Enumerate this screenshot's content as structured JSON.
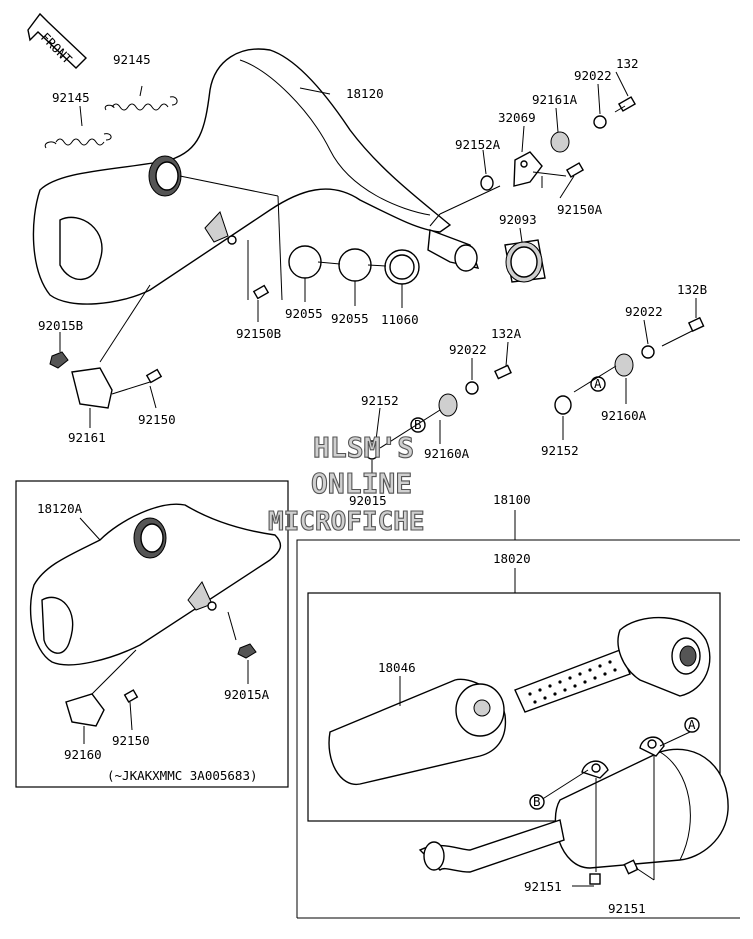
{
  "front_arrow": {
    "text": "FRONT"
  },
  "watermark": {
    "line1": "HLSM'S",
    "line2": "ONLINE",
    "line3": "MICROFICHE"
  },
  "inset_note": "(~JKAKXMMC 3A005683)",
  "callouts": {
    "a": "A",
    "b": "B"
  },
  "labels": {
    "p92145_a": "92145",
    "p92145_b": "92145",
    "p18120": "18120",
    "p132": "132",
    "p92022_top": "92022",
    "p92161A": "92161A",
    "p32069": "32069",
    "p92152A": "92152A",
    "p92150A": "92150A",
    "p92093": "92093",
    "p92015B": "92015B",
    "p92150B": "92150B",
    "p92055_a": "92055",
    "p92055_b": "92055",
    "p11060": "11060",
    "p132B": "132B",
    "p92022_right": "92022",
    "p132A": "132A",
    "p92022_mid": "92022",
    "p92150": "92150",
    "p92161": "92161",
    "p92152_left": "92152",
    "p92160A_left": "92160A",
    "p92160A_right": "92160A",
    "p92152_right": "92152",
    "p92015": "92015",
    "p18120A": "18120A",
    "p18100": "18100",
    "p18020": "18020",
    "p18046": "18046",
    "p92015A": "92015A",
    "p92160": "92160",
    "p92150_inset": "92150",
    "p92151_a": "92151",
    "p92151_b": "92151"
  }
}
